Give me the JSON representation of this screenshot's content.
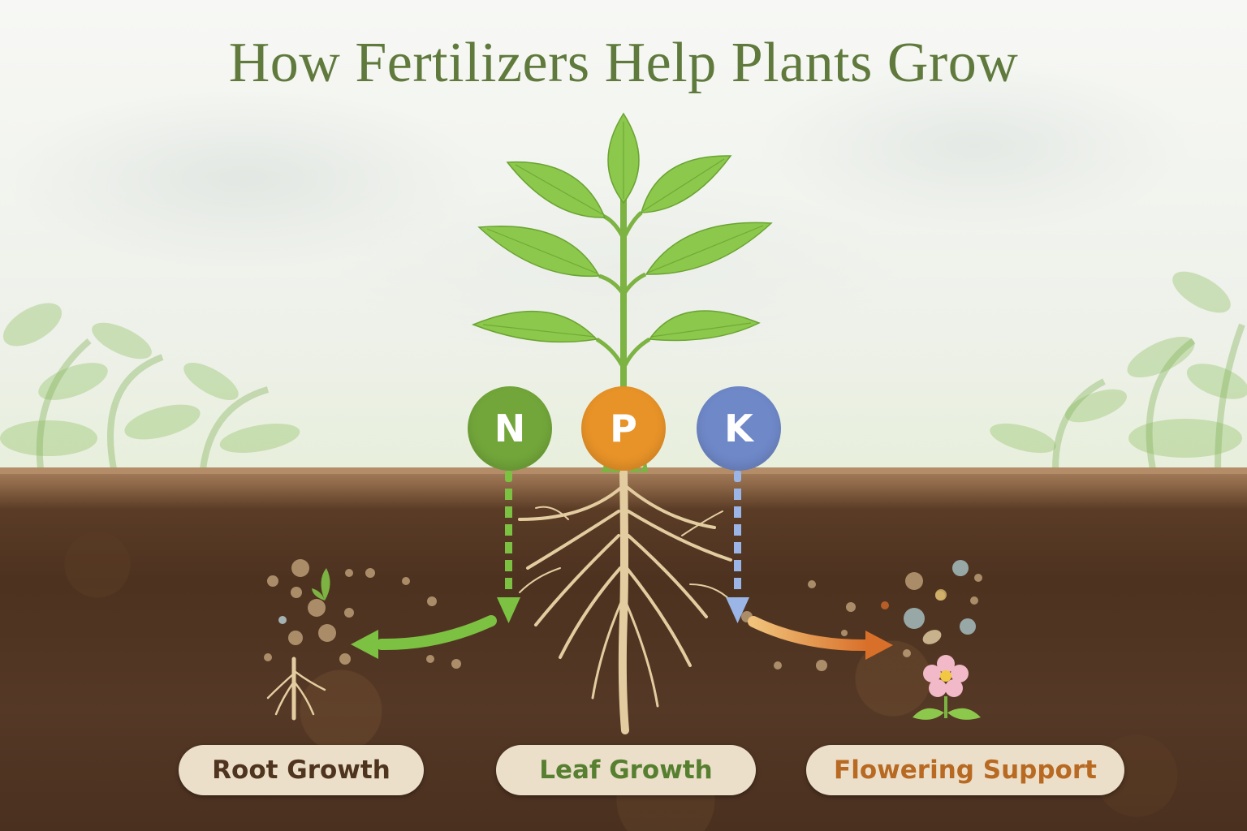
{
  "title": "How Fertilizers Help Plants Grow",
  "nutrients": [
    {
      "symbol": "N",
      "color": "#72a63a"
    },
    {
      "symbol": "P",
      "color": "#e89328"
    },
    {
      "symbol": "K",
      "color": "#6f88c8"
    }
  ],
  "labels": [
    {
      "text": "Root Growth",
      "color": "#4f3520"
    },
    {
      "text": "Leaf Growth",
      "color": "#567f30"
    },
    {
      "text": "Flowering Support",
      "color": "#b86a22"
    }
  ],
  "colors": {
    "title": "#5f7a3c",
    "soil_dark": "#4d3220",
    "soil_top": "#a98260",
    "leaf": "#86c443",
    "root": "#e3cda0",
    "arrow_green": "#7cc142",
    "arrow_blue": "#9bb5e6",
    "arrow_orange": "#e0862e"
  }
}
